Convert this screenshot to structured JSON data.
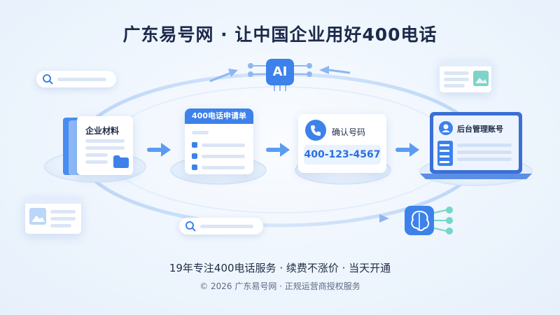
{
  "title": "广东易号网 · 让中国企业用好400电话",
  "steps": {
    "materials_label": "企业材料",
    "application_header": "400电话申请单",
    "confirm_label": "确认号码",
    "phone_number": "400-123-4567",
    "admin_label": "后台管理账号"
  },
  "ai_badge": "AI",
  "footer": {
    "tagline": "19年专注400电话服务 · 续费不涨价 · 当天开通",
    "copyright": "© 2026 广东易号网 · 正规运营商授权服务"
  },
  "colors": {
    "accent": "#3c82ea",
    "arrow": "#5b9cf0",
    "title": "#1c2a4a"
  },
  "icons": [
    "search-icon",
    "folder-icon",
    "document-icon",
    "checkbox-icon",
    "phone-icon",
    "user-icon",
    "laptop-icon",
    "ai-chip-icon",
    "brain-icon",
    "image-icon"
  ]
}
